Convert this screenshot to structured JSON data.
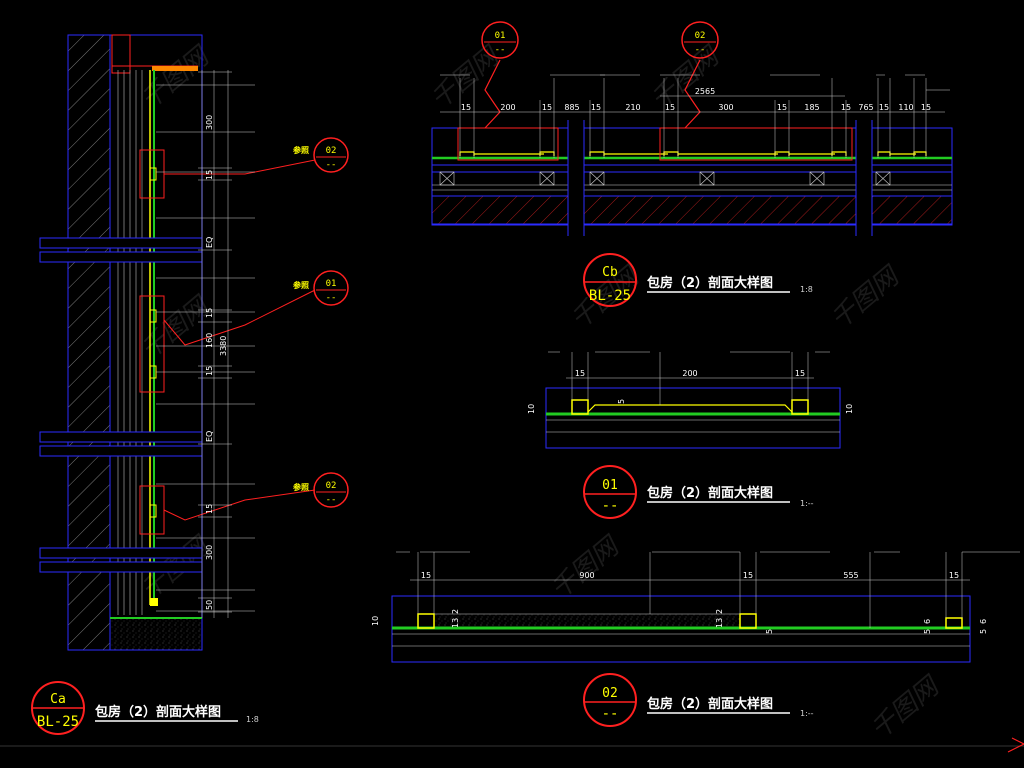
{
  "watermark": "千图网",
  "colors": {
    "background": "#000000",
    "outline": "#2b2bff",
    "callout": "#ff2020",
    "finish": "#22cc22",
    "steel": "#ffff00",
    "dim": "#ffffff"
  },
  "left_section": {
    "title": "包房（2）剖面大样图",
    "scale": "1:8",
    "tag_top": "Ca",
    "tag_bottom": "BL-25",
    "dims": [
      "300",
      "15",
      "EQ",
      "15",
      "160",
      "15",
      "3380",
      "EQ",
      "15",
      "300",
      "50"
    ],
    "refs": [
      {
        "label": "参照",
        "num": "02",
        "sub": "--"
      },
      {
        "label": "参照",
        "num": "01",
        "sub": "--"
      },
      {
        "label": "参照",
        "num": "02",
        "sub": "--"
      }
    ],
    "notes": [
      "",
      "",
      "",
      "",
      "",
      "",
      "",
      "",
      "",
      "",
      "",
      "",
      ""
    ]
  },
  "top_section": {
    "title": "包房（2）剖面大样图",
    "scale": "1:8",
    "tag_top": "Cb",
    "tag_bottom": "BL-25",
    "callouts": [
      {
        "num": "01",
        "sub": "--"
      },
      {
        "num": "02",
        "sub": "--"
      }
    ],
    "dims": [
      "15",
      "200",
      "15",
      "885",
      "15",
      "210",
      "15",
      "2565",
      "300",
      "15",
      "185",
      "15",
      "765",
      "15",
      "110",
      "15"
    ],
    "notes": [
      "",
      "",
      "",
      "",
      "",
      "",
      "",
      "",
      "",
      ""
    ]
  },
  "detail_01": {
    "title": "包房（2）剖面大样图",
    "scale": "1:--",
    "tag_top": "01",
    "tag_bottom": "--",
    "dims": [
      "15",
      "200",
      "15",
      "10",
      "5",
      "10"
    ],
    "notes": [
      "",
      "",
      "",
      "",
      ""
    ]
  },
  "detail_02": {
    "title": "包房（2）剖面大样图",
    "scale": "1:--",
    "tag_top": "02",
    "tag_bottom": "--",
    "dims": [
      "15",
      "900",
      "15",
      "555",
      "15",
      "10",
      "13",
      "2",
      "13",
      "2",
      "5",
      "5",
      "6",
      "5",
      "6"
    ],
    "notes": [
      "",
      "",
      "",
      "",
      "",
      ""
    ]
  }
}
